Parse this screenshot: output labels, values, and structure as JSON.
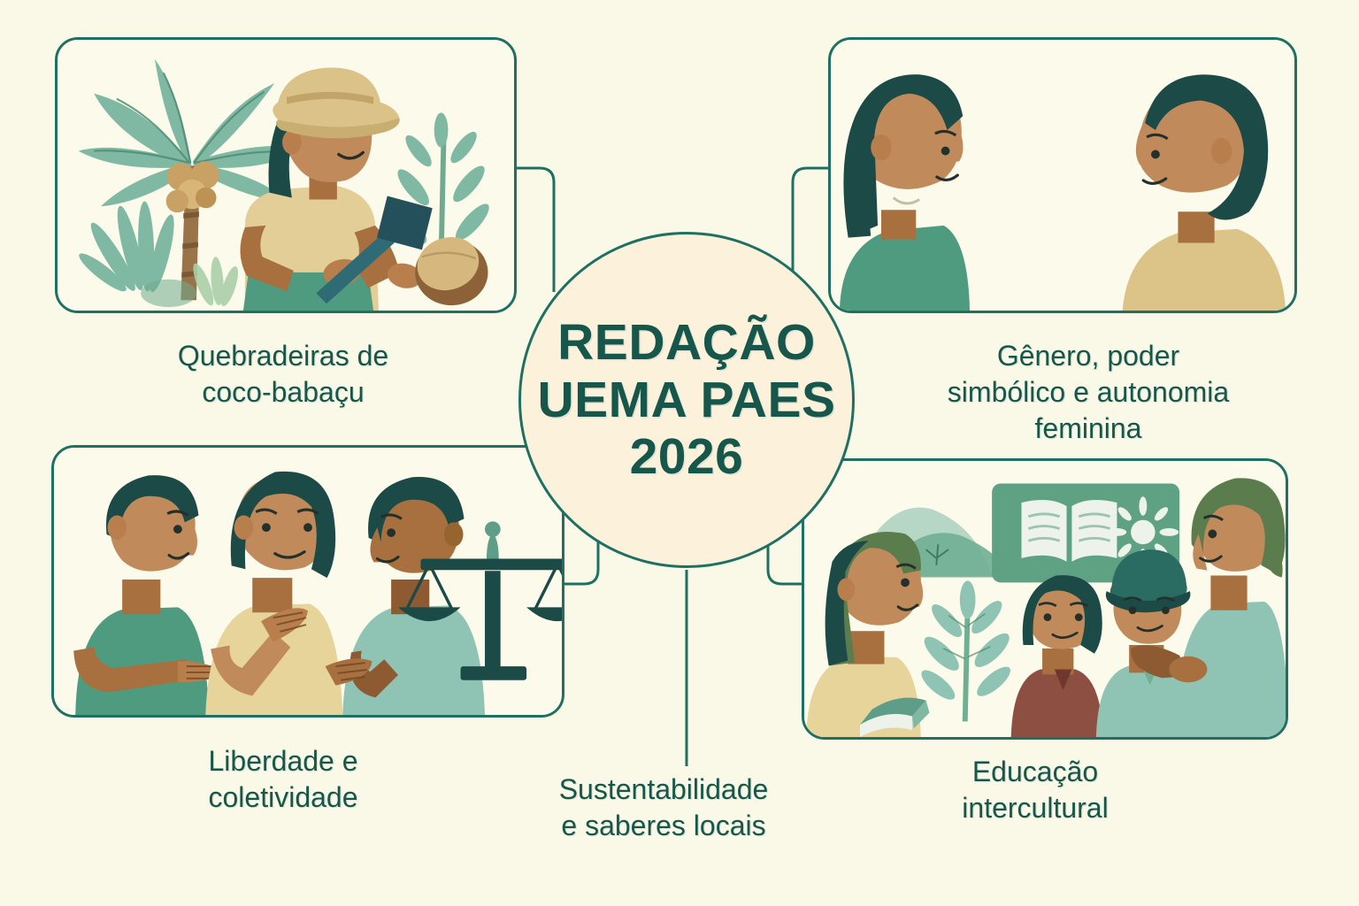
{
  "theme": {
    "background": "#FAF8E6",
    "accent_teal": "#1E7162",
    "text_green": "#17564A",
    "circle_fill": "#FCF1DB",
    "panel_fill": "#FBFAEB",
    "sage": "#7FB9A3",
    "dark_teal": "#1C4A47",
    "board_green": "#5FA183",
    "skin_mid": "#C18A5B",
    "skin_dark": "#A8703F",
    "shirt_tan": "#E2CE96",
    "shirt_green": "#4E9B7F",
    "shirt_mint": "#8FC4B4",
    "brown_trunk": "#9A7348"
  },
  "center": {
    "title": "REDAÇÃO\nUEMA PAES\n2026",
    "title_lines": [
      "REDAÇÃO",
      "UEMA PAES",
      "2026"
    ]
  },
  "panels": {
    "top_left": {
      "label": "Quebradeiras de\ncoco-babaçu",
      "scene": "woman-breaking-babassu-coconut",
      "elements": [
        "babassu-palm-tree",
        "coconut-cluster",
        "woman-with-straw-hat",
        "axe-mallet",
        "open-coconut",
        "foliage-plants"
      ]
    },
    "top_right": {
      "label": "Gênero, poder\nsimbólico e autonomia\nfeminina",
      "scene": "two-women-facing-each-other",
      "elements": [
        "woman-long-hair-teal-shirt",
        "woman-short-hair-tan-shirt"
      ]
    },
    "bottom_left": {
      "label": "Liberdade e\ncoletividade",
      "scene": "three-people-in-dialogue-with-scales",
      "elements": [
        "person-green-shirt",
        "person-tan-shirt",
        "person-mint-shirt",
        "scales-of-justice"
      ]
    },
    "bottom_right": {
      "label": "Educação\nintercultural",
      "scene": "intercultural-classroom",
      "elements": [
        "woman-reading-book",
        "green-board",
        "open-book-icon",
        "sun-icon",
        "plant-sprout",
        "child-maroon-shirt",
        "child-with-hat",
        "teacher-mint-shirt",
        "hills"
      ]
    }
  },
  "bottom_center": {
    "label": "Sustentabilidade\ne saberes locais",
    "connector": "vertical-line-from-circle"
  }
}
